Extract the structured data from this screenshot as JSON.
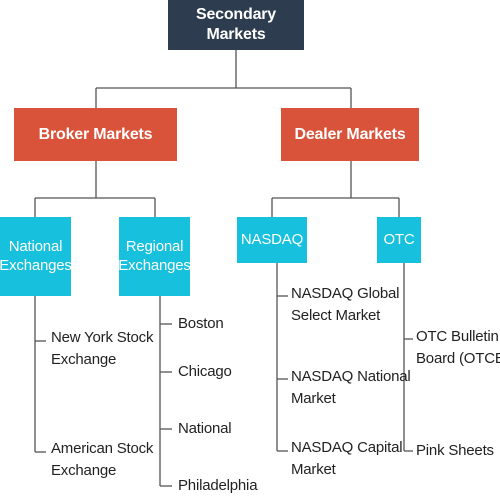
{
  "colors": {
    "root": "#2e3c4f",
    "level1": "#d9533a",
    "level2": "#17c0dc",
    "connector": "#555555"
  },
  "diagram": {
    "root": {
      "label": "Secondary Markets"
    },
    "broker": {
      "label": "Broker Markets",
      "national": {
        "lines": [
          "National",
          "Exchanges"
        ],
        "leaves": [
          {
            "lines": [
              "New York Stock",
              "Exchange"
            ]
          },
          {
            "lines": [
              "American Stock",
              "Exchange"
            ]
          }
        ]
      },
      "regional": {
        "lines": [
          "Regional",
          "Exchanges"
        ],
        "leaves": [
          {
            "lines": [
              "Boston"
            ]
          },
          {
            "lines": [
              "Chicago"
            ]
          },
          {
            "lines": [
              "National"
            ]
          },
          {
            "lines": [
              "Philadelphia"
            ]
          }
        ]
      }
    },
    "dealer": {
      "label": "Dealer Markets",
      "nasdaq": {
        "lines": [
          "NASDAQ"
        ],
        "leaves": [
          {
            "lines": [
              "NASDAQ Global",
              "Select Market"
            ]
          },
          {
            "lines": [
              "NASDAQ National",
              "Market"
            ]
          },
          {
            "lines": [
              "NASDAQ Capital",
              "Market"
            ]
          }
        ]
      },
      "otc": {
        "lines": [
          "OTC"
        ],
        "leaves": [
          {
            "lines": [
              "OTC Bulletin",
              "Board (OTCBB)"
            ]
          },
          {
            "lines": [
              "Pink Sheets"
            ]
          }
        ]
      }
    }
  }
}
